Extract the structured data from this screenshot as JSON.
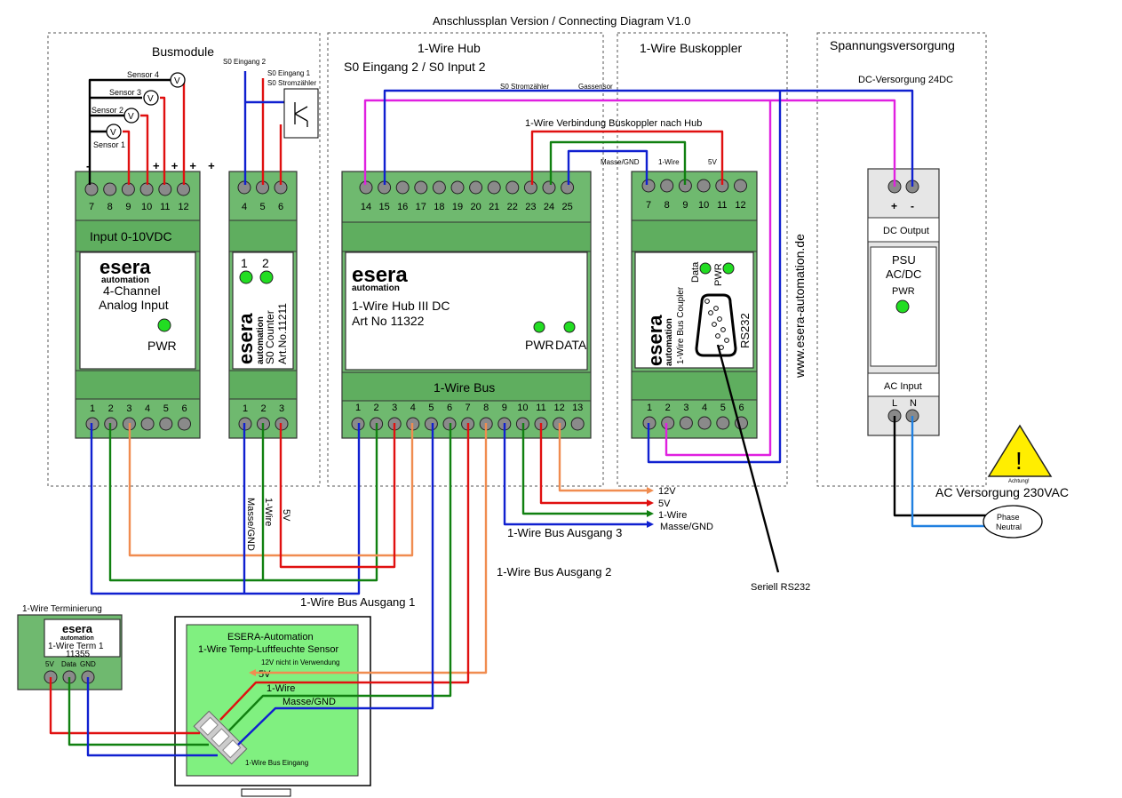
{
  "title": "Anschlussplan Version / Connecting Diagram V1.0",
  "website": "www.esera-automation.de",
  "zones": {
    "busmodule": "Busmodule",
    "hub_title": "1-Wire Hub",
    "hub_subtitle": "S0 Eingang 2 / S0 Input 2",
    "buskoppler": "1-Wire Buskoppler",
    "spannung": "Spannungsversorgung"
  },
  "brand": {
    "logo": "esera",
    "sub": "automation"
  },
  "analog_module": {
    "band_label": "Input 0-10VDC",
    "name_line1": "4-Channel",
    "name_line2": "Analog Input",
    "pwr": "PWR",
    "top_terminals": [
      "7",
      "8",
      "9",
      "10",
      "11",
      "12"
    ],
    "top_polarity": [
      "-",
      "",
      "+",
      "+",
      "+",
      "+"
    ],
    "bottom_terminals": [
      "1",
      "2",
      "3",
      "4",
      "5",
      "6"
    ],
    "sensors": [
      "Sensor 4",
      "Sensor 3",
      "Sensor 2",
      "Sensor 1"
    ],
    "sensor_symbol": "V"
  },
  "s0_module": {
    "name": "S0 Counter",
    "artno": "Art.No.11211",
    "led1": "1",
    "led2": "2",
    "top_terminals": [
      "4",
      "5",
      "6"
    ],
    "bottom_terminals": [
      "1",
      "2",
      "3"
    ],
    "in2": "S0 Eingang 2",
    "in1": "S0 Eingang 1",
    "meter": "S0 Stromzähler",
    "wire_labels": [
      "Masse/GND",
      "1-Wire",
      "5V"
    ]
  },
  "hub": {
    "name": "1-Wire Hub III DC",
    "artno": "Art No 11322",
    "pwr": "PWR",
    "data": "DATA",
    "band_label": "1-Wire Bus",
    "top_terminals": [
      "14",
      "15",
      "16",
      "17",
      "18",
      "19",
      "20",
      "21",
      "22",
      "23",
      "24",
      "25"
    ],
    "bottom_terminals": [
      "1",
      "2",
      "3",
      "4",
      "5",
      "6",
      "7",
      "8",
      "9",
      "10",
      "11",
      "12",
      "13"
    ],
    "link_label": "1-Wire Verbindung Buskoppler nach Hub",
    "meter_label": "S0 Stromzähler",
    "gas_label": "Gassensor",
    "out1": "1-Wire Bus Ausgang 1",
    "out2": "1-Wire Bus Ausgang 2",
    "out3": "1-Wire Bus Ausgang 3",
    "out3_legend": [
      "12V",
      "5V",
      "1-Wire",
      "Masse/GND"
    ]
  },
  "coupler": {
    "name": "1-Wire Bus Coupler",
    "rs232": "RS232",
    "data": "Data",
    "pwr": "PWR",
    "top_terminals": [
      "7",
      "8",
      "9",
      "10",
      "11",
      "12"
    ],
    "bottom_terminals": [
      "1",
      "2",
      "3",
      "4",
      "5",
      "6"
    ],
    "top_labels": [
      "Masse/GND",
      "1-Wire",
      "5V"
    ],
    "serial_label": "Seriell RS232"
  },
  "psu": {
    "dc_supply": "DC-Versorgung 24DC",
    "plus": "+",
    "minus": "-",
    "dc_output": "DC Output",
    "name1": "PSU",
    "name2": "AC/DC",
    "pwr": "PWR",
    "ac_input": "AC Input",
    "l": "L",
    "n": "N",
    "ac_supply": "AC Versorgung 230VAC",
    "phase": "Phase",
    "neutral": "Neutral",
    "warning": "Achtung!",
    "warn_mark": "!"
  },
  "term": {
    "caption": "1-Wire Terminierung",
    "name": "1-Wire Term 1",
    "artno": "11355",
    "pins": [
      "5V",
      "Data",
      "GND"
    ]
  },
  "sensor": {
    "title1": "ESERA-Automation",
    "title2": "1-Wire Temp-Luftfeuchte Sensor",
    "pins": [
      "12V nicht in Verwendung",
      "5V",
      "1-Wire",
      "Masse/GND"
    ],
    "input": "1-Wire Bus Eingang"
  },
  "colors": {
    "red": "#e01010",
    "green": "#108010",
    "blue": "#1020d0",
    "magenta": "#e020e0",
    "orange": "#f08c50",
    "module_green": "#6fb96f",
    "led": "#22dd22",
    "warning": "#ffee00"
  }
}
